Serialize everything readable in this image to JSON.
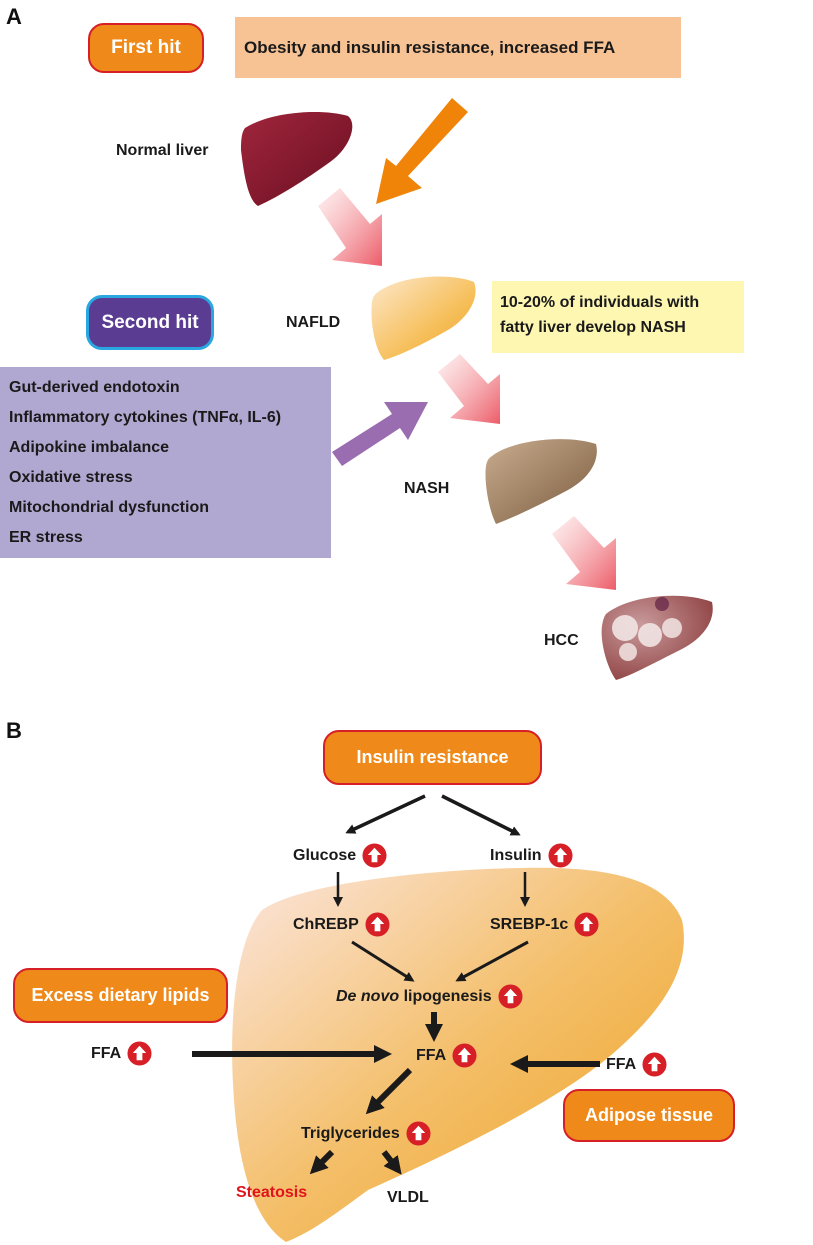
{
  "panel_a": {
    "label": "A",
    "first_hit": "First hit",
    "first_hit_cause": "Obesity and insulin resistance, increased FFA",
    "second_hit": "Second hit",
    "second_hit_causes": [
      "Gut-derived endotoxin",
      "Inflammatory cytokines (TNFα, IL-6)",
      "Adipokine imbalance",
      "Oxidative stress",
      "Mitochondrial dysfunction",
      "ER stress"
    ],
    "stages": {
      "normal": "Normal liver",
      "nafld": "NAFLD",
      "nash": "NASH",
      "hcc": "HCC"
    },
    "nash_note_line1": "10-20% of individuals with",
    "nash_note_line2": "fatty liver develop NASH"
  },
  "panel_b": {
    "label": "B",
    "insulin_resistance": "Insulin resistance",
    "glucose": "Glucose",
    "insulin": "Insulin",
    "chrebp": "ChREBP",
    "srebp": "SREBP-1c",
    "de_novo_italic": "De novo",
    "lipogenesis": " lipogenesis",
    "excess_lipids": "Excess dietary lipids",
    "ffa_left": "FFA",
    "ffa_center": "FFA",
    "ffa_right": "FFA",
    "adipose": "Adipose tissue",
    "triglycerides": "Triglycerides",
    "steatosis": "Steatosis",
    "vldl": "VLDL"
  },
  "colors": {
    "orange_pill": "#ef8a1a",
    "pill_border": "#d61f26",
    "second_hit": "#5a3c93",
    "second_hit_border": "#2aa6e0",
    "first_hit_box": "#f8c394",
    "note_box": "#fdf7b2",
    "causes_box": "#b1a8d2",
    "steatosis_text": "#e0141c",
    "up_marker": "#d61f26"
  },
  "icons": {
    "increase": "up-arrow-circle-icon"
  }
}
